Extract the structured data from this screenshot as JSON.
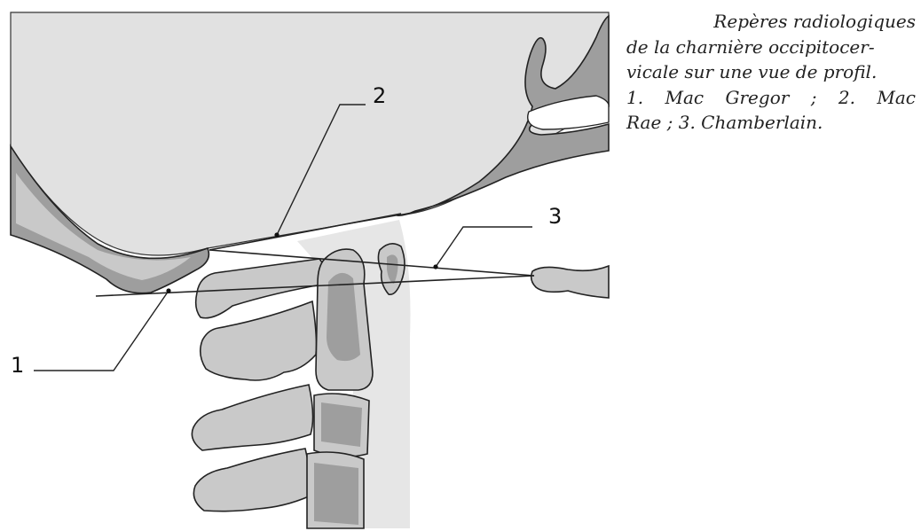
{
  "labels": {
    "mac_gregor": "1",
    "mac_rae": "2",
    "chamberlain": "3"
  },
  "caption": {
    "line1": "Repères radiologiques",
    "line2": "de la charnière occipitocer-",
    "line3": "vicale sur une vue de profil.",
    "line4": [
      "1.",
      "Mac",
      "Gregor",
      ";",
      "2.",
      "Mac"
    ],
    "line5": "Rae ; 3. Chamberlain."
  },
  "colors": {
    "soft_tissue": "#e6e6e6",
    "skull": "#e1e1e1",
    "bone_fill": "#c9c9c9",
    "cortex": "#9e9e9e",
    "outline": "#222222"
  }
}
